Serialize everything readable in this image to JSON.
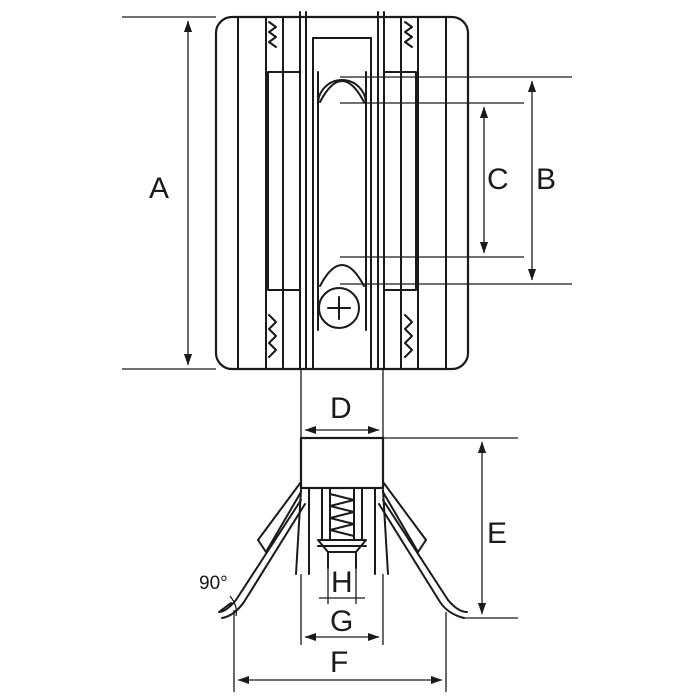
{
  "labels": {
    "A": "A",
    "B": "B",
    "C": "C",
    "D": "D",
    "E": "E",
    "F": "F",
    "G": "G",
    "H": "H",
    "angle": "90°"
  }
}
